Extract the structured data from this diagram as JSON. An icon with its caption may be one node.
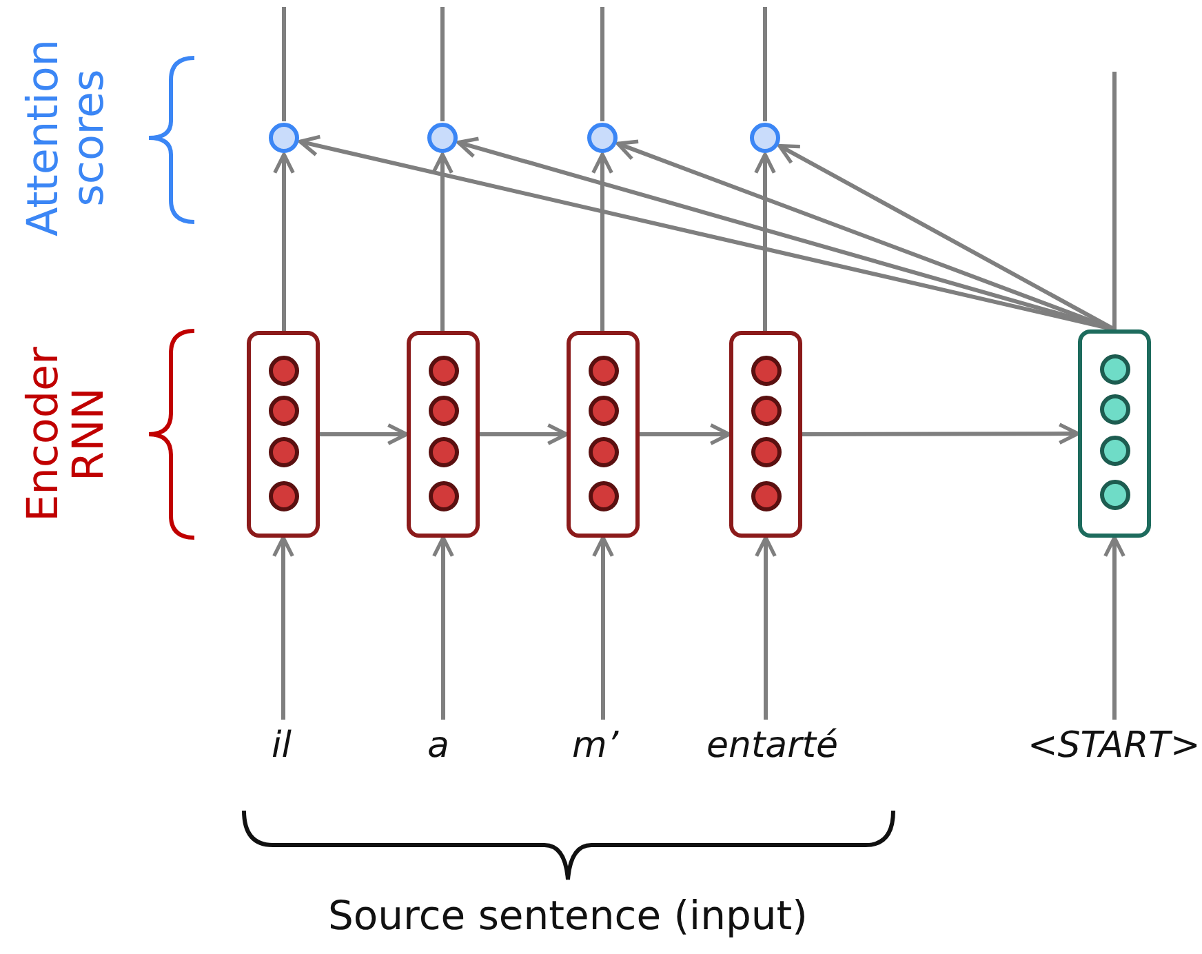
{
  "diagram": {
    "nodes": [
      {
        "text": [],
        "shape": "box"
      },
      {
        "text": [],
        "shape": "box"
      },
      {
        "text": [],
        "shape": "box"
      },
      {
        "text": [],
        "shape": "box"
      },
      {
        "text": [],
        "shape": "box"
      },
      {
        "text": [],
        "shape": "circle"
      },
      {
        "text": [],
        "shape": "circle"
      },
      {
        "text": [],
        "shape": "circle"
      },
      {
        "text": [],
        "shape": "circle"
      },
      {
        "text": [
          "il"
        ]
      },
      {
        "text": [
          "a"
        ]
      },
      {
        "text": [
          "m’"
        ]
      },
      {
        "text": [
          "entarté"
        ]
      },
      {
        "text": [
          "<START>"
        ]
      }
    ],
    "edges": [
      {
        "from": 9,
        "to": 0,
        "arrow": "to"
      },
      {
        "from": 10,
        "to": 1,
        "arrow": "to"
      },
      {
        "from": 11,
        "to": 2,
        "arrow": "to"
      },
      {
        "from": 12,
        "to": 3,
        "arrow": "to"
      },
      {
        "from": 13,
        "to": 4,
        "arrow": "to"
      },
      {
        "from": 0,
        "to": 1,
        "arrow": "to"
      },
      {
        "from": 1,
        "to": 2,
        "arrow": "to"
      },
      {
        "from": 2,
        "to": 3,
        "arrow": "to"
      },
      {
        "from": 3,
        "to": 4,
        "arrow": "to"
      },
      {
        "from": 0,
        "to": 5,
        "arrow": "to"
      },
      {
        "from": 1,
        "to": 6,
        "arrow": "to"
      },
      {
        "from": 2,
        "to": 7,
        "arrow": "to"
      },
      {
        "from": 3,
        "to": 8,
        "arrow": "to"
      },
      {
        "from": 4,
        "to": 5,
        "arrow": "to"
      },
      {
        "from": 4,
        "to": 6,
        "arrow": "to"
      },
      {
        "from": 4,
        "to": 7,
        "arrow": "to"
      },
      {
        "from": 4,
        "to": 8,
        "arrow": "to"
      },
      {
        "from": 5,
        "to": null,
        "arrow": "none"
      },
      {
        "from": 6,
        "to": null,
        "arrow": "none"
      },
      {
        "from": 7,
        "to": null,
        "arrow": "none"
      },
      {
        "from": 8,
        "to": null,
        "arrow": "none"
      },
      {
        "from": 4,
        "to": null,
        "arrow": "none"
      }
    ],
    "labels": [
      "Attention scores",
      "Encoder RNN",
      "Source sentence (input)"
    ]
  }
}
